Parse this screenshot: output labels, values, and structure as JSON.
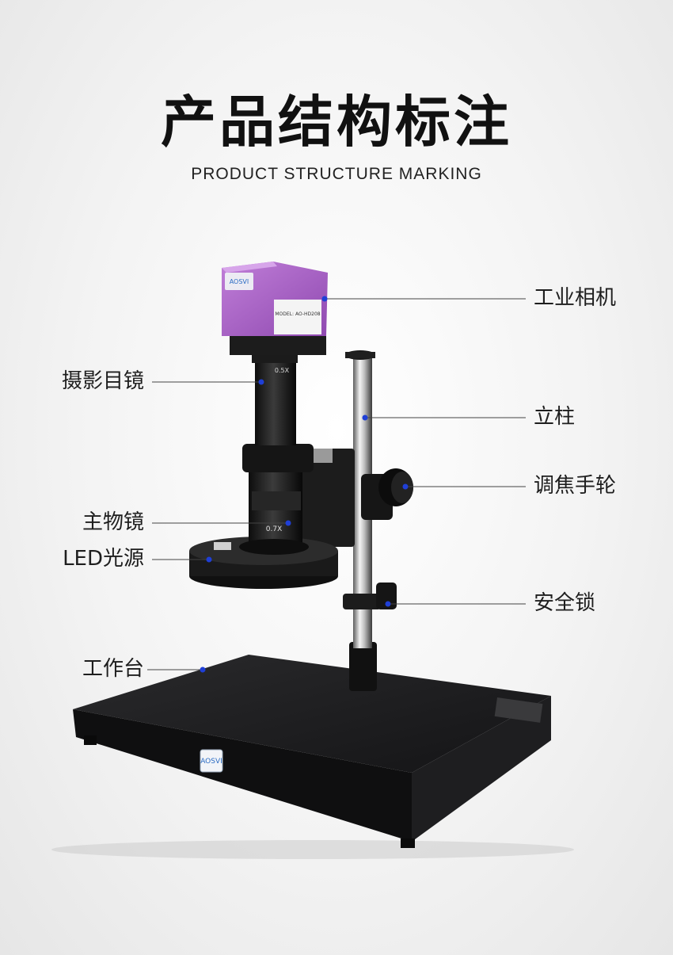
{
  "header": {
    "title": "产品结构标注",
    "subtitle": "PRODUCT STRUCTURE MARKING"
  },
  "labels": {
    "industrial_camera": "工业相机",
    "camera_lens": "摄影目镜",
    "stand_pole": "立柱",
    "focus_knob": "调焦手轮",
    "main_objective": "主物镜",
    "led_light": "LED光源",
    "safety_lock": "安全锁",
    "work_table": "工作台"
  },
  "product": {
    "brand": "AOSVI",
    "camera_model": "MODEL: AO-HD208",
    "lens_mark_top": "0.5X",
    "lens_mark_bottom": "0.7X"
  },
  "colors": {
    "camera_purple": "#a65fc4",
    "marker_blue": "#1f3fd6",
    "leader_line": "#444444",
    "base_black": "#1b1b1d"
  }
}
